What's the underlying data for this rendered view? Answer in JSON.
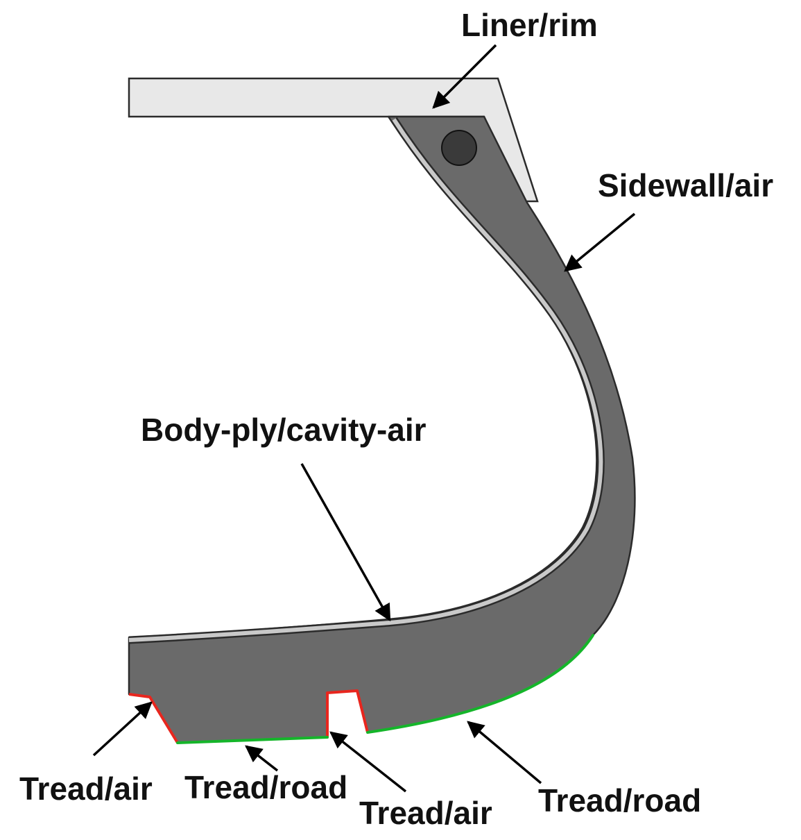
{
  "labels": {
    "liner_rim": "Liner/rim",
    "sidewall_air": "Sidewall/air",
    "body_ply_cavity_air": "Body-ply/cavity-air",
    "tread_air_left": "Tread/air",
    "tread_road_left": "Tread/road",
    "tread_air_center": "Tread/air",
    "tread_road_right": "Tread/road"
  },
  "colors": {
    "tire_body": "#6a6a6a",
    "outline": "#2b2b2b",
    "rim": "#e8e8e8",
    "bead": "#3a3a3a",
    "body_ply": "#c9c9c9",
    "tread_air_boundary": "#e8261e",
    "tread_road_boundary": "#15b52a",
    "arrow": "#000000"
  }
}
